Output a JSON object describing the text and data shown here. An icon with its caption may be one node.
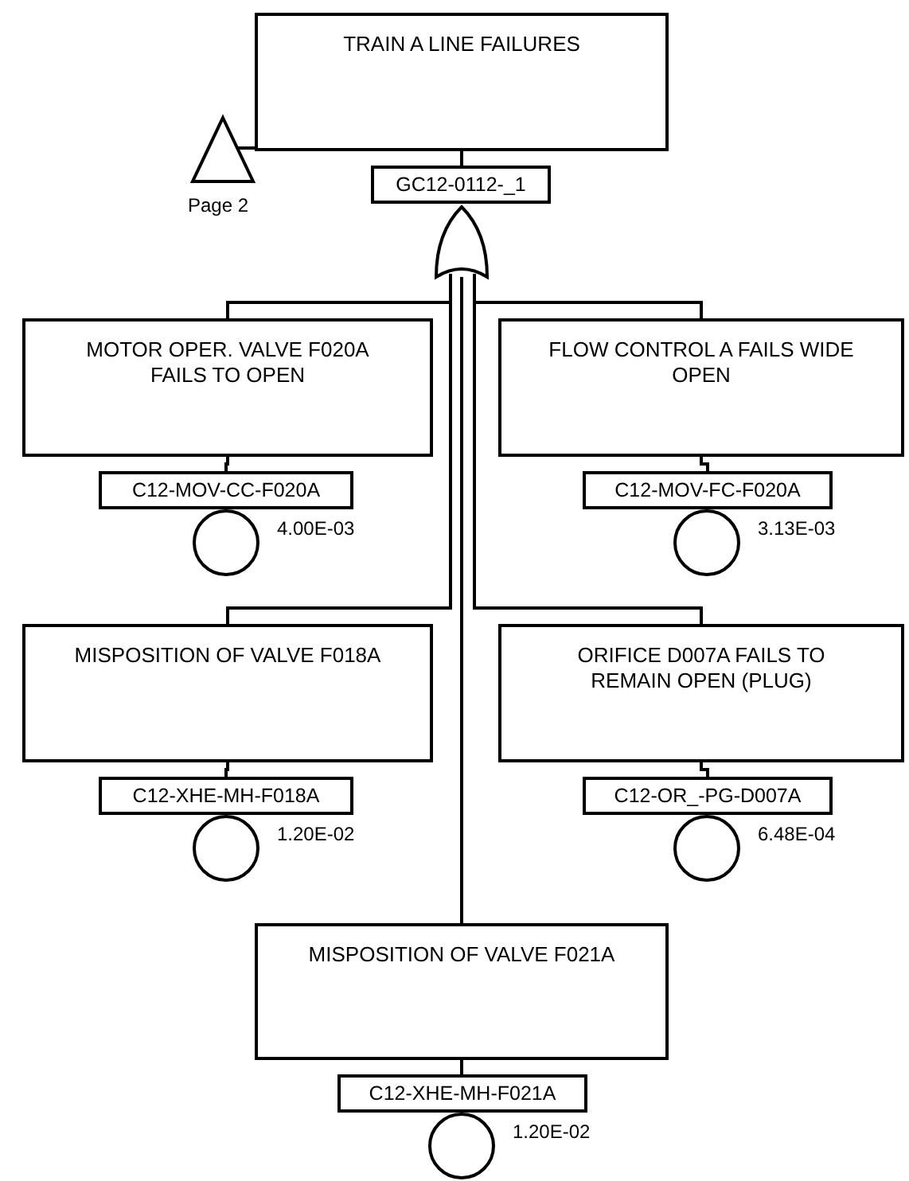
{
  "diagram": {
    "nodes": [
      {
        "text": [
          "TRAIN A LINE FAILURES"
        ]
      },
      {
        "text": [
          "GC12-0112-_1"
        ]
      },
      {
        "text": [],
        "shape": "gate"
      },
      {
        "text": [],
        "shape": "triangle",
        "beside": [
          "Page 2"
        ]
      },
      {
        "text": [
          "MOTOR OPER. VALVE F020A FAILS TO OPEN"
        ]
      },
      {
        "text": [
          "C12-MOV-CC-F020A"
        ]
      },
      {
        "text": [],
        "shape": "circle",
        "beside": [
          "4.00E-03"
        ]
      },
      {
        "text": [
          "FLOW CONTROL A FAILS WIDE OPEN"
        ]
      },
      {
        "text": [
          "C12-MOV-FC-F020A"
        ]
      },
      {
        "text": [],
        "shape": "circle",
        "beside": [
          "3.13E-03"
        ]
      },
      {
        "text": [
          "MISPOSITION OF VALVE F018A"
        ]
      },
      {
        "text": [
          "C12-XHE-MH-F018A"
        ]
      },
      {
        "text": [],
        "shape": "circle",
        "beside": [
          "1.20E-02"
        ]
      },
      {
        "text": [
          "ORIFICE D007A FAILS TO REMAIN OPEN (PLUG)"
        ]
      },
      {
        "text": [
          "C12-OR_-PG-D007A"
        ]
      },
      {
        "text": [],
        "shape": "circle",
        "beside": [
          "6.48E-04"
        ]
      },
      {
        "text": [
          "MISPOSITION OF VALVE F021A"
        ]
      },
      {
        "text": [
          "C12-XHE-MH-F021A"
        ]
      },
      {
        "text": [],
        "shape": "circle",
        "beside": [
          "1.20E-02"
        ]
      }
    ],
    "edges": [
      {
        "from": 0,
        "to": 1,
        "arrow": "none"
      },
      {
        "from": 3,
        "to": 0,
        "arrow": "none"
      },
      {
        "from": 2,
        "to": 4,
        "arrow": "none"
      },
      {
        "from": 2,
        "to": 7,
        "arrow": "none"
      },
      {
        "from": 2,
        "to": 10,
        "arrow": "none"
      },
      {
        "from": 2,
        "to": 13,
        "arrow": "none"
      },
      {
        "from": 2,
        "to": 16,
        "arrow": "none"
      },
      {
        "from": 4,
        "to": 5,
        "arrow": "none"
      },
      {
        "from": 7,
        "to": 8,
        "arrow": "none"
      },
      {
        "from": 10,
        "to": 11,
        "arrow": "none"
      },
      {
        "from": 13,
        "to": 14,
        "arrow": "none"
      },
      {
        "from": 16,
        "to": 17,
        "arrow": "none"
      }
    ]
  }
}
